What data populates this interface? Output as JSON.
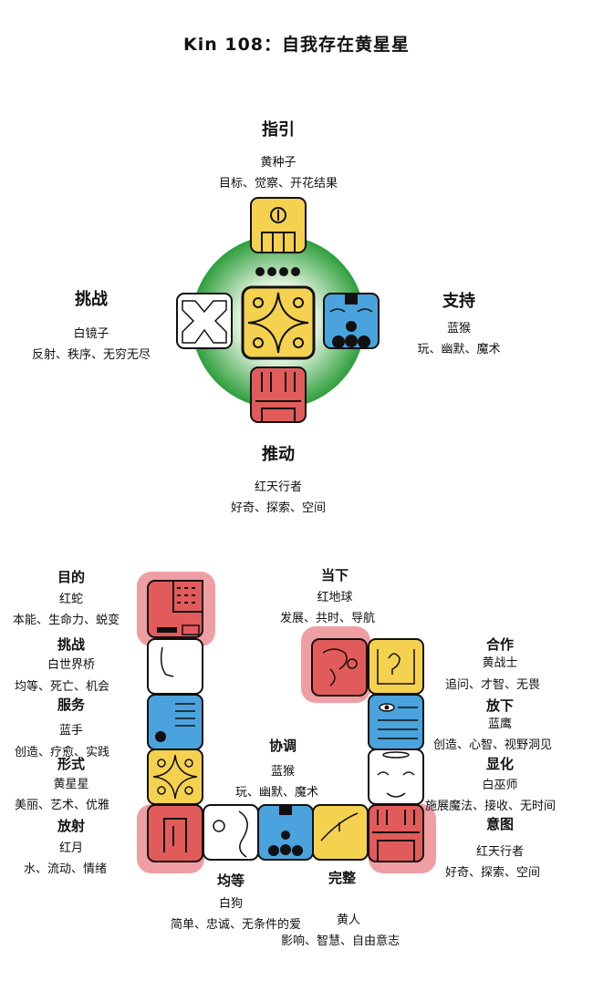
{
  "title": "Kin 108：自我存在黄星星",
  "oracle": {
    "guide": {
      "heading": "指引",
      "name": "黄种子",
      "keywords": "目标、觉察、开花结果"
    },
    "challenge": {
      "heading": "挑战",
      "name": "白镜子",
      "keywords": "反射、秩序、无穷无尽"
    },
    "support": {
      "heading": "支持",
      "name": "蓝猴",
      "keywords": "玩、幽默、魔术"
    },
    "drive": {
      "heading": "推动",
      "name": "红天行者",
      "keywords": "好奇、探索、空间"
    }
  },
  "wavespell": {
    "purpose": {
      "heading": "目的",
      "name": "红蛇",
      "keywords": "本能、生命力、蜕变"
    },
    "challenge": {
      "heading": "挑战",
      "name": "白世界桥",
      "keywords": "均等、死亡、机会"
    },
    "service": {
      "heading": "服务",
      "name": "蓝手",
      "keywords": "创造、疗愈、实践"
    },
    "form": {
      "heading": "形式",
      "name": "黄星星",
      "keywords": "美丽、艺术、优雅"
    },
    "radiance": {
      "heading": "放射",
      "name": "红月",
      "keywords": "水、流动、情绪"
    },
    "equality": {
      "heading": "均等",
      "name": "白狗",
      "keywords": "简单、忠诚、无条件的爱"
    },
    "coordination": {
      "heading": "协调",
      "name": "蓝猴",
      "keywords": "玩、幽默、魔术"
    },
    "completion": {
      "heading": "完整",
      "name": "黄人",
      "keywords": "影响、智慧、自由意志"
    },
    "intention": {
      "heading": "意图",
      "name": "红天行者",
      "keywords": "好奇、探索、空间"
    },
    "manifest": {
      "heading": "显化",
      "name": "白巫师",
      "keywords": "施展魔法、接收、无时间"
    },
    "release": {
      "heading": "放下",
      "name": "蓝鹰",
      "keywords": "创造、心智、视野洞见"
    },
    "cooperation": {
      "heading": "合作",
      "name": "黄战士",
      "keywords": "追问、才智、无畏"
    },
    "presence": {
      "heading": "当下",
      "name": "红地球",
      "keywords": "发展、共时、导航"
    }
  },
  "colors": {
    "red": "#e25b5b",
    "white": "#ffffff",
    "blue": "#4aa3dc",
    "yellow": "#f4d14f",
    "pink_halo": "#ef9ea3",
    "green": "#2e9e3c"
  }
}
